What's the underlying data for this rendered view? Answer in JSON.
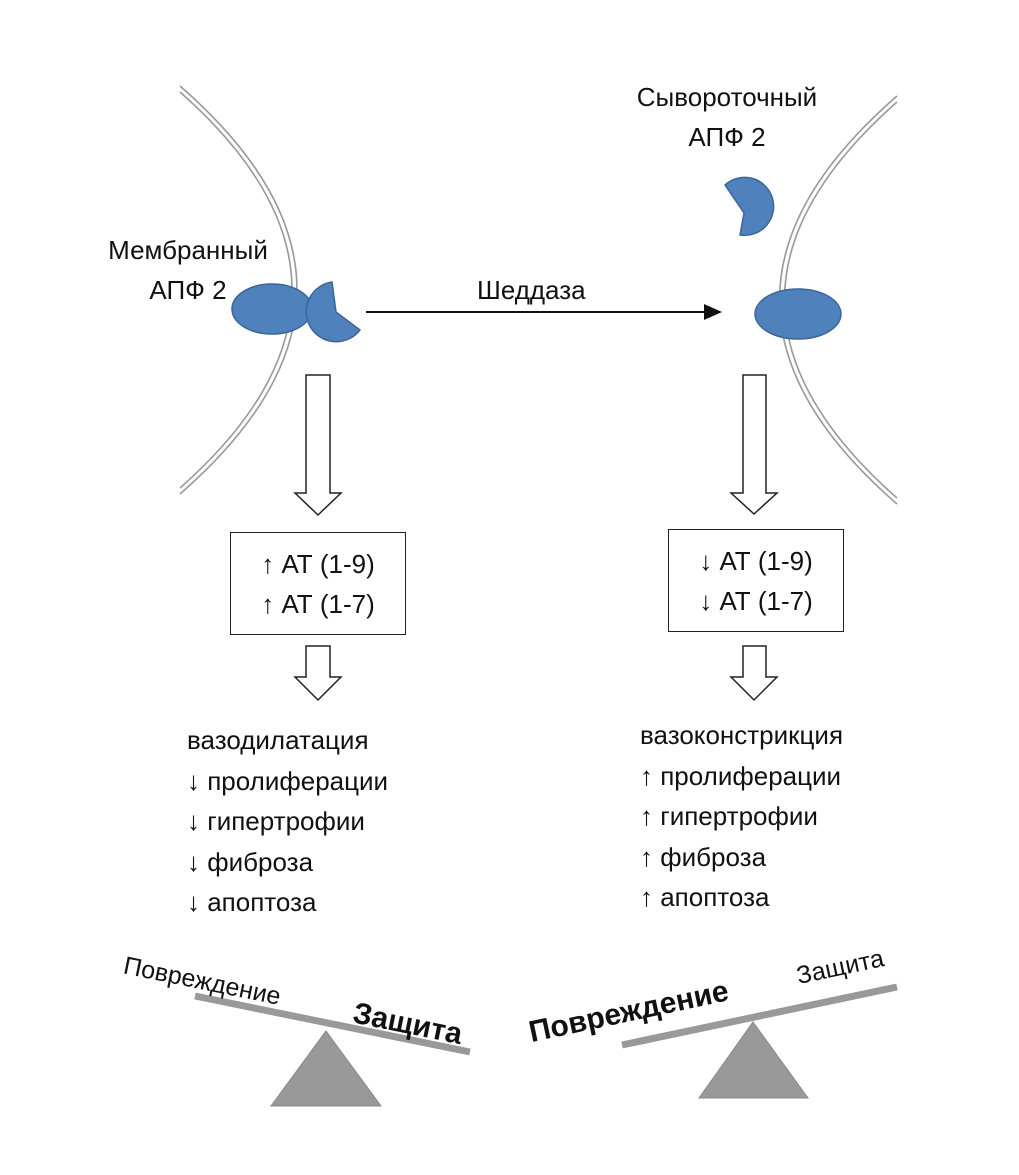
{
  "left": {
    "cell_label_line1": "Мембранный",
    "cell_label_line2": "АПФ 2",
    "box_line1": "↑ АТ (1-9)",
    "box_line2": "↑ АТ (1-7)",
    "effects": [
      "вазодилатация",
      "↓ пролиферации",
      "↓ гипертрофии",
      "↓ фиброза",
      "↓ апоптоза"
    ],
    "scale_light": "Повреждение",
    "scale_heavy": "Защита"
  },
  "right": {
    "cell_label_line1": "Сывороточный",
    "cell_label_line2": "АПФ 2",
    "box_line1": "↓ АТ (1-9)",
    "box_line2": "↓ АТ (1-7)",
    "effects": [
      "вазоконстрикция",
      "↑ пролиферации",
      "↑ гипертрофии",
      "↑ фиброза",
      "↑ апоптоза"
    ],
    "scale_heavy": "Повреждение",
    "scale_light": "Защита"
  },
  "arrow_label": "Шеддаза",
  "colors": {
    "enzyme": "#4f81bd",
    "enzyme_stroke": "#3a6699",
    "membrane": "#999999",
    "scale": "#999999"
  }
}
